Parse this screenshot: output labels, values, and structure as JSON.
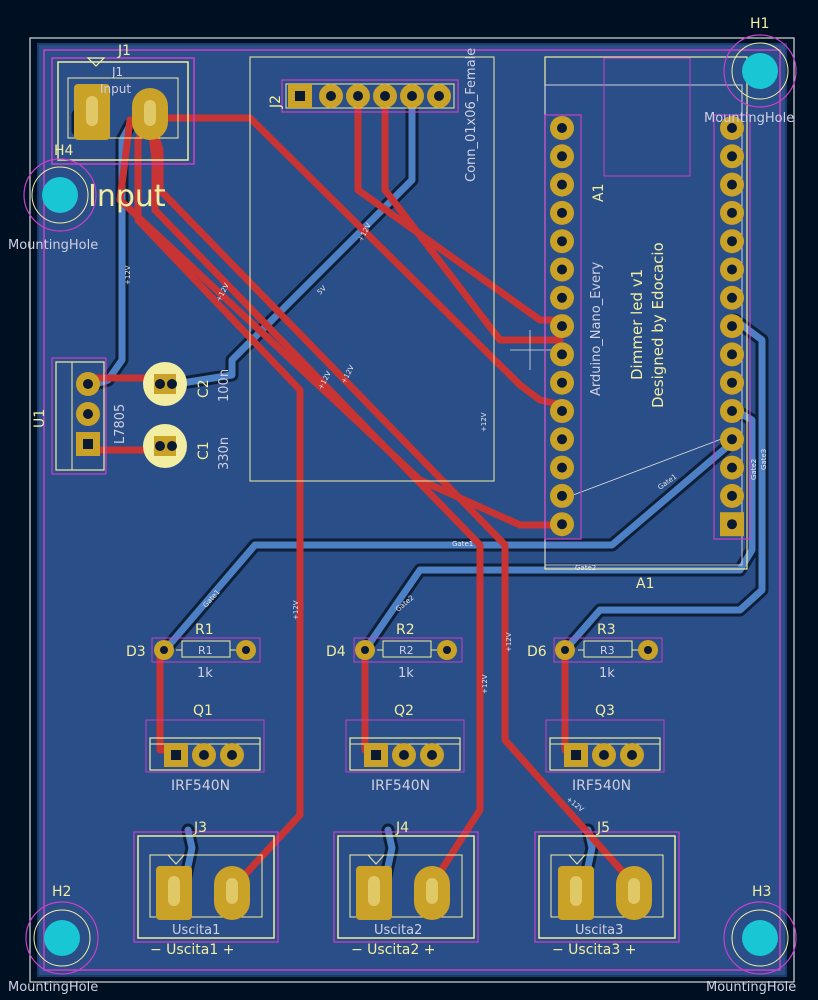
{
  "board": {
    "title_line1": "Dimmer led v1",
    "title_line2": "Designed by Edocacio",
    "silk_input": "Input"
  },
  "components": {
    "J1": {
      "ref": "J1",
      "value": "Input",
      "pin_label": "Input"
    },
    "J2": {
      "ref": "J2",
      "value": "Conn_01x06_Female"
    },
    "A1": {
      "ref": "A1",
      "value": "Arduino_Nano_Every"
    },
    "U1": {
      "ref": "U1",
      "value": "L7805"
    },
    "C1": {
      "ref": "C1",
      "value": "330n"
    },
    "C2": {
      "ref": "C2",
      "value": "100n"
    },
    "R1": {
      "ref": "R1",
      "value": "1k",
      "pad_label": "R1"
    },
    "R2": {
      "ref": "R2",
      "value": "1k",
      "pad_label": "R2"
    },
    "R3": {
      "ref": "R3",
      "value": "1k",
      "pad_label": "R3"
    },
    "Q1": {
      "ref": "Q1",
      "value": "IRF540N"
    },
    "Q2": {
      "ref": "Q2",
      "value": "IRF540N"
    },
    "Q3": {
      "ref": "Q3",
      "value": "IRF540N"
    },
    "J3": {
      "ref": "J3",
      "value": "Uscita1",
      "silk": "−  Uscita1  +"
    },
    "J4": {
      "ref": "J4",
      "value": "Uscita2",
      "silk": "−  Uscita2  +"
    },
    "J5": {
      "ref": "J5",
      "value": "Uscita3",
      "silk": "−  Uscita3  +"
    },
    "H1": {
      "ref": "H1",
      "value": "MountingHole"
    },
    "H2": {
      "ref": "H2",
      "value": "MountingHole"
    },
    "H3": {
      "ref": "H3",
      "value": "MountingHole"
    },
    "H4": {
      "ref": "H4",
      "value": "MountingHole"
    }
  },
  "pin_labels": {
    "d3": "D3",
    "d4": "D4",
    "d6": "D6"
  },
  "net_labels": {
    "v12": "+12V",
    "v5": "5V",
    "gate1": "Gate1",
    "gate2": "Gate2",
    "gate3": "Gate3"
  },
  "colors": {
    "background": "#001023",
    "copper_fill": "#2a4e87",
    "copper_zone_edge": "#1d3c6e",
    "front_track": "#c83434",
    "back_track": "#4d7fc4",
    "pad": "#c9a227",
    "pad_hole": "#e0c866",
    "silkscreen": "#f2eda1",
    "fab_text": "#d0d0e0",
    "courtyard": "#c2c2c2",
    "outline": "#c840c8",
    "mounting_hole": "#18c6d4"
  }
}
